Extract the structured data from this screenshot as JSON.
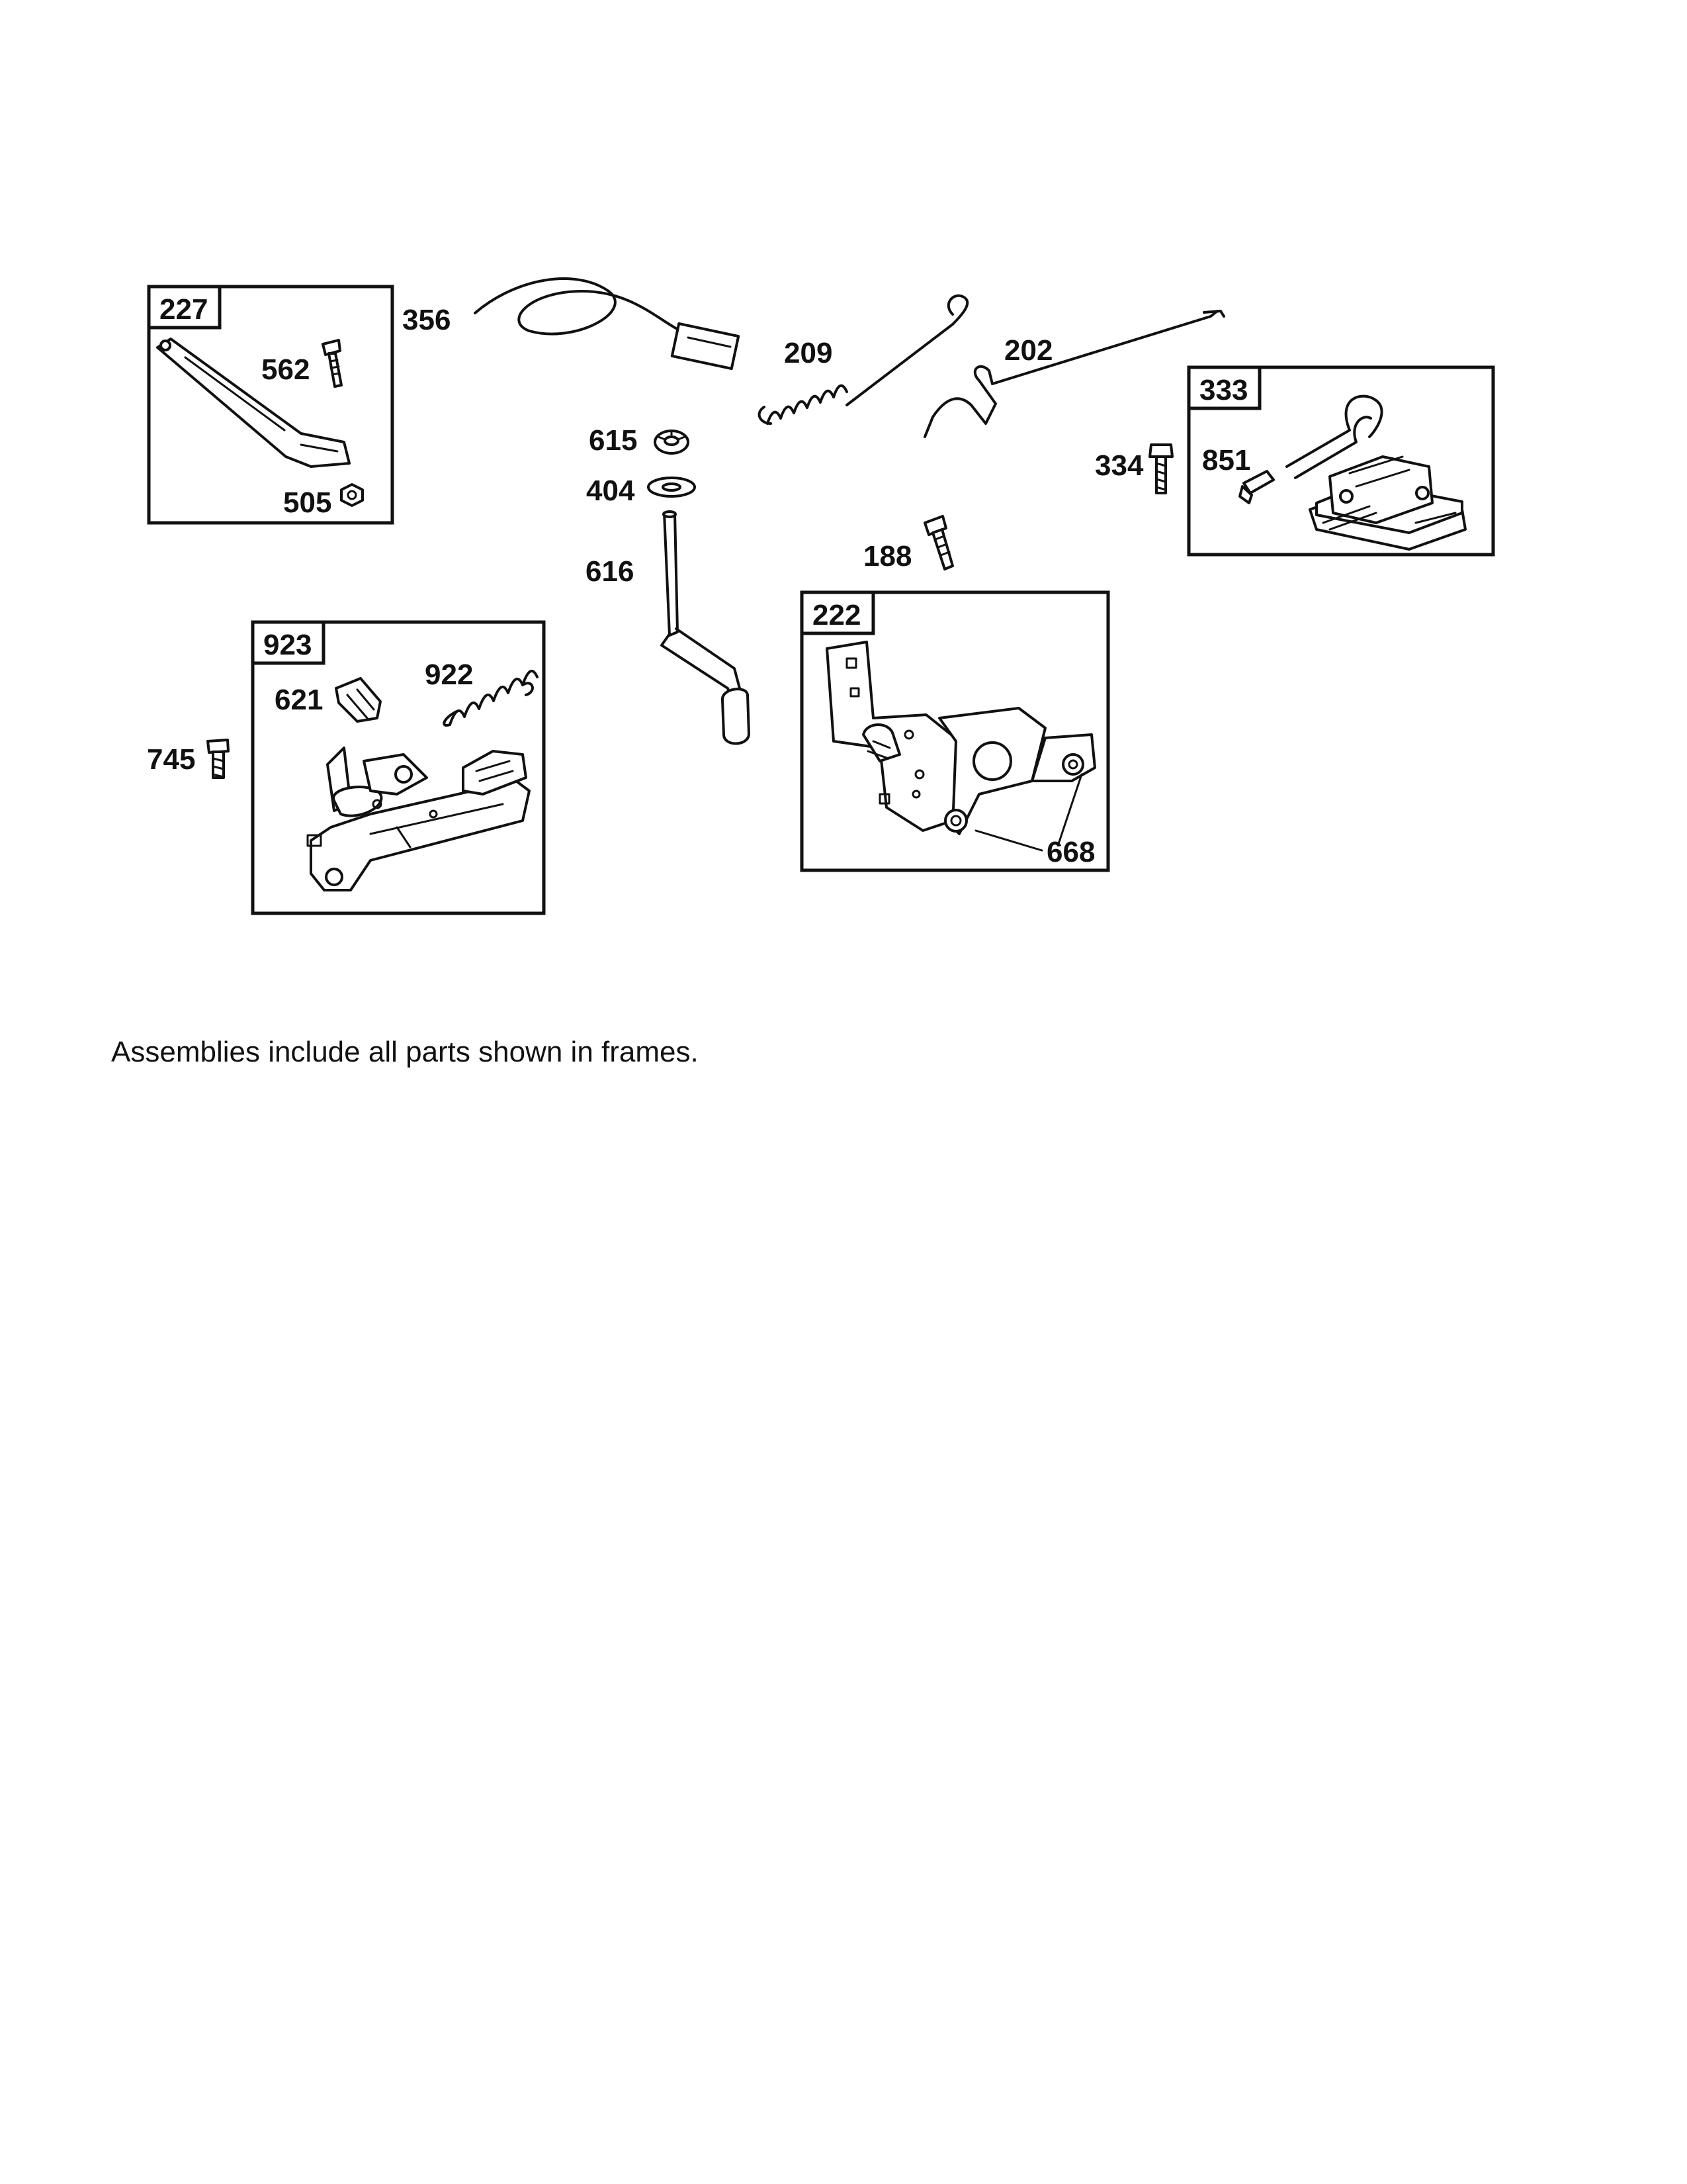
{
  "footnote": "Assemblies include all parts shown in frames.",
  "frames": [
    {
      "id": "frame-227",
      "label": "227"
    },
    {
      "id": "frame-333",
      "label": "333"
    },
    {
      "id": "frame-923",
      "label": "923"
    },
    {
      "id": "frame-222",
      "label": "222"
    }
  ],
  "parts": {
    "p356": "356",
    "p562": "562",
    "p505": "505",
    "p209": "209",
    "p202": "202",
    "p615": "615",
    "p404": "404",
    "p616": "616",
    "p334": "334",
    "p851": "851",
    "p188": "188",
    "p922": "922",
    "p621": "621",
    "p745": "745",
    "p668": "668"
  }
}
